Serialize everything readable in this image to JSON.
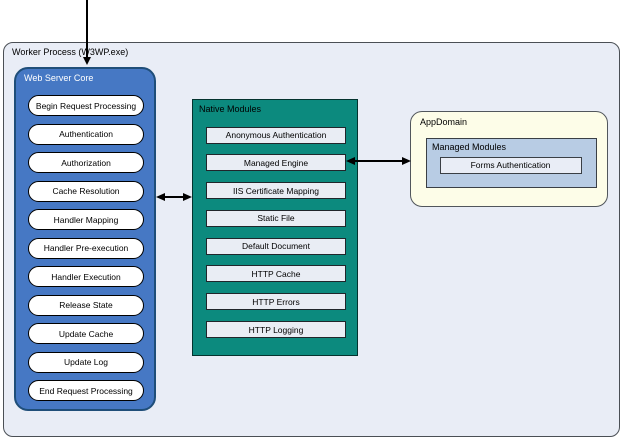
{
  "worker_process": {
    "label": "Worker Process (W3WP.exe)"
  },
  "web_server_core": {
    "label": "Web Server Core",
    "items": [
      "Begin Request Processing",
      "Authentication",
      "Authorization",
      "Cache Resolution",
      "Handler Mapping",
      "Handler Pre-execution",
      "Handler Execution",
      "Release State",
      "Update Cache",
      "Update Log",
      "End Request Processing"
    ]
  },
  "native_modules": {
    "label": "Native Modules",
    "items": [
      "Anonymous Authentication",
      "Managed Engine",
      "IIS Certificate Mapping",
      "Static File",
      "Default Document",
      "HTTP Cache",
      "HTTP Errors",
      "HTTP Logging"
    ]
  },
  "app_domain": {
    "label": "AppDomain",
    "managed_modules": {
      "label": "Managed Modules",
      "items": [
        "Forms Authentication"
      ]
    }
  },
  "arrows": {
    "incoming_request": "arrow-down-into-worker-process",
    "core_to_native_modules": "double-headed-horizontal",
    "managed_engine_to_appdomain": "double-headed-horizontal"
  },
  "colors": {
    "worker_process_fill": "#E9EDF6",
    "web_server_core_fill": "#4678C4",
    "web_server_core_border": "#1F4E79",
    "native_modules_fill": "#0C8A7E",
    "app_domain_fill": "#FDFDE8",
    "managed_modules_fill": "#B8CCE4",
    "module_item_fill": "#E9EDF4",
    "pipeline_pill_fill": "#FFFFFF",
    "arrow": "#000000"
  }
}
